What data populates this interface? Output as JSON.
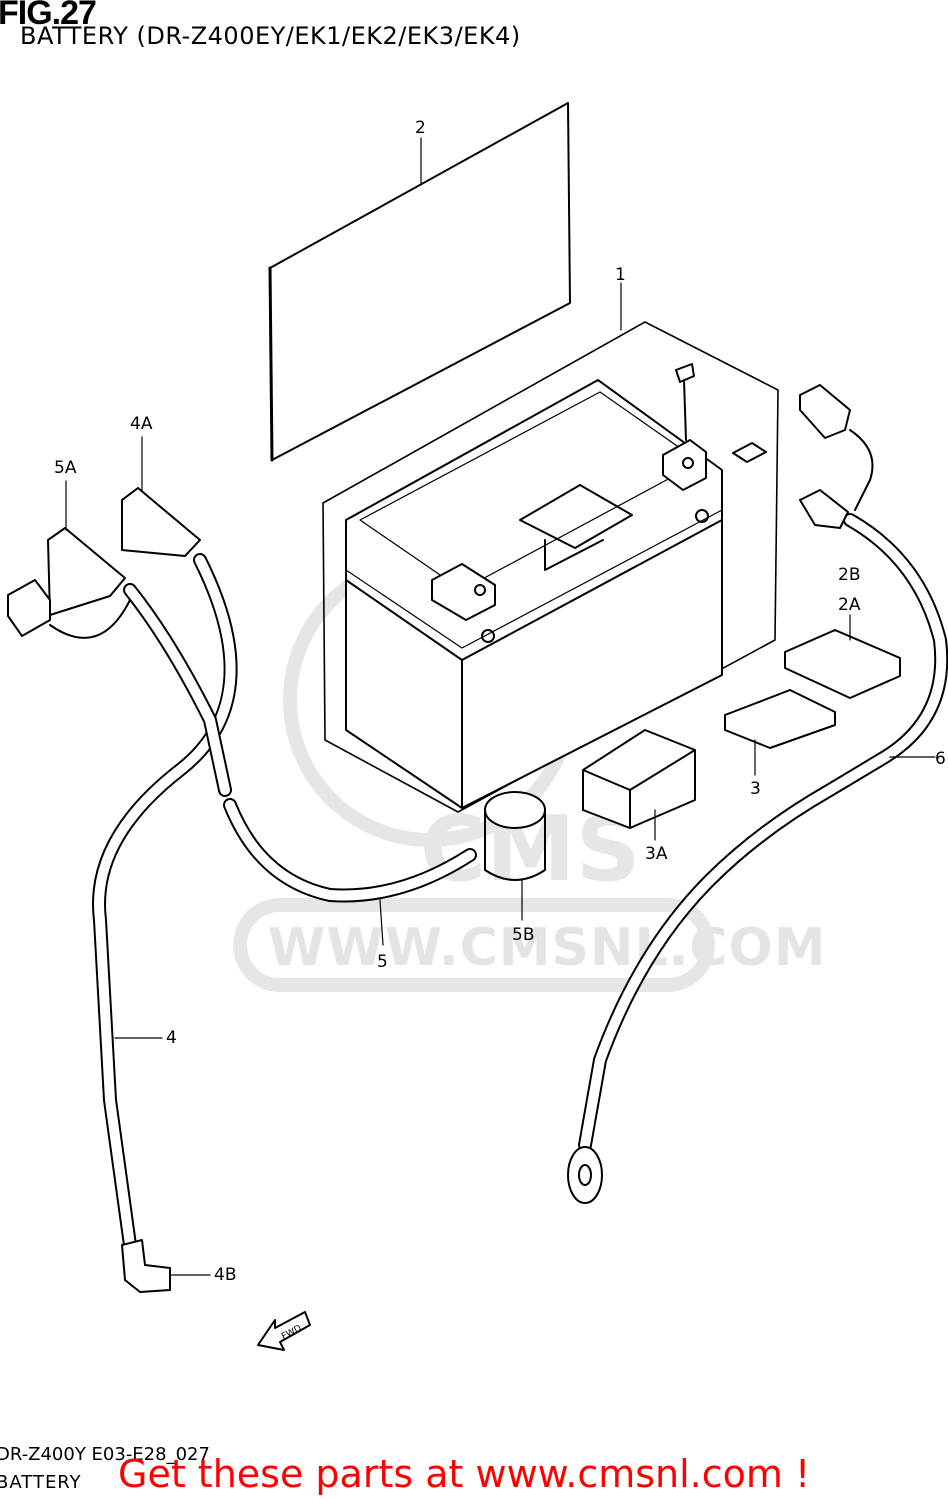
{
  "header": {
    "fig_title": "FIG.27",
    "subtitle": "BATTERY (DR-Z400EY/EK1/EK2/EK3/EK4)"
  },
  "callouts": {
    "c1": "1",
    "c2": "2",
    "c2a": "2A",
    "c2b": "2B",
    "c3": "3",
    "c3a": "3A",
    "c4": "4",
    "c4a": "4A",
    "c4b": "4B",
    "c5": "5",
    "c5a": "5A",
    "c5b": "5B",
    "c6": "6"
  },
  "arrow_label": "FWD",
  "watermark": {
    "text": "WWW.CMSNL.COM",
    "logo_text": "CMS"
  },
  "footer": {
    "code": "DR-Z400Y E03-E28_027",
    "name": "BATTERY",
    "cta": "Get these parts at www.cmsnl.com !"
  }
}
